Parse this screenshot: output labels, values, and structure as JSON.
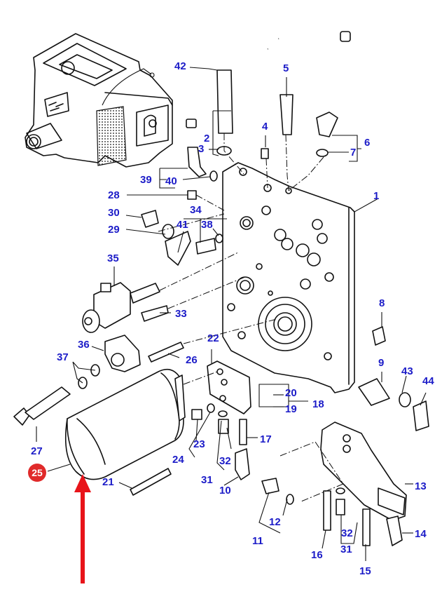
{
  "diagram": {
    "type": "exploded parts diagram",
    "subject": "hydraulic control valve assembly with oil filter",
    "label_color": "#1c1cc8",
    "highlight_color": "#e02a2a",
    "arrow_color": "#e8141a",
    "highlighted_part": "25",
    "callouts": [
      {
        "id": "c1",
        "text": "1"
      },
      {
        "id": "c2",
        "text": "2"
      },
      {
        "id": "c3",
        "text": "3"
      },
      {
        "id": "c4",
        "text": "4"
      },
      {
        "id": "c5",
        "text": "5"
      },
      {
        "id": "c6",
        "text": "6"
      },
      {
        "id": "c7",
        "text": "7"
      },
      {
        "id": "c8",
        "text": "8"
      },
      {
        "id": "c9",
        "text": "9"
      },
      {
        "id": "c10",
        "text": "10"
      },
      {
        "id": "c11",
        "text": "11"
      },
      {
        "id": "c12",
        "text": "12"
      },
      {
        "id": "c13",
        "text": "13"
      },
      {
        "id": "c14",
        "text": "14"
      },
      {
        "id": "c15",
        "text": "15"
      },
      {
        "id": "c16",
        "text": "16"
      },
      {
        "id": "c17",
        "text": "17"
      },
      {
        "id": "c18",
        "text": "18"
      },
      {
        "id": "c19",
        "text": "19"
      },
      {
        "id": "c20",
        "text": "20"
      },
      {
        "id": "c21",
        "text": "21"
      },
      {
        "id": "c22",
        "text": "22"
      },
      {
        "id": "c23",
        "text": "23"
      },
      {
        "id": "c24",
        "text": "24"
      },
      {
        "id": "c25",
        "text": "25"
      },
      {
        "id": "c26",
        "text": "26"
      },
      {
        "id": "c27",
        "text": "27"
      },
      {
        "id": "c28",
        "text": "28"
      },
      {
        "id": "c29",
        "text": "29"
      },
      {
        "id": "c30",
        "text": "30"
      },
      {
        "id": "c31a",
        "text": "31"
      },
      {
        "id": "c31b",
        "text": "31"
      },
      {
        "id": "c32a",
        "text": "32"
      },
      {
        "id": "c32b",
        "text": "32"
      },
      {
        "id": "c33",
        "text": "33"
      },
      {
        "id": "c34",
        "text": "34"
      },
      {
        "id": "c35",
        "text": "35"
      },
      {
        "id": "c36",
        "text": "36"
      },
      {
        "id": "c37",
        "text": "37"
      },
      {
        "id": "c38",
        "text": "38"
      },
      {
        "id": "c39",
        "text": "39"
      },
      {
        "id": "c40",
        "text": "40"
      },
      {
        "id": "c41",
        "text": "41"
      },
      {
        "id": "c42",
        "text": "42"
      },
      {
        "id": "c43",
        "text": "43"
      },
      {
        "id": "c44",
        "text": "44"
      }
    ]
  }
}
